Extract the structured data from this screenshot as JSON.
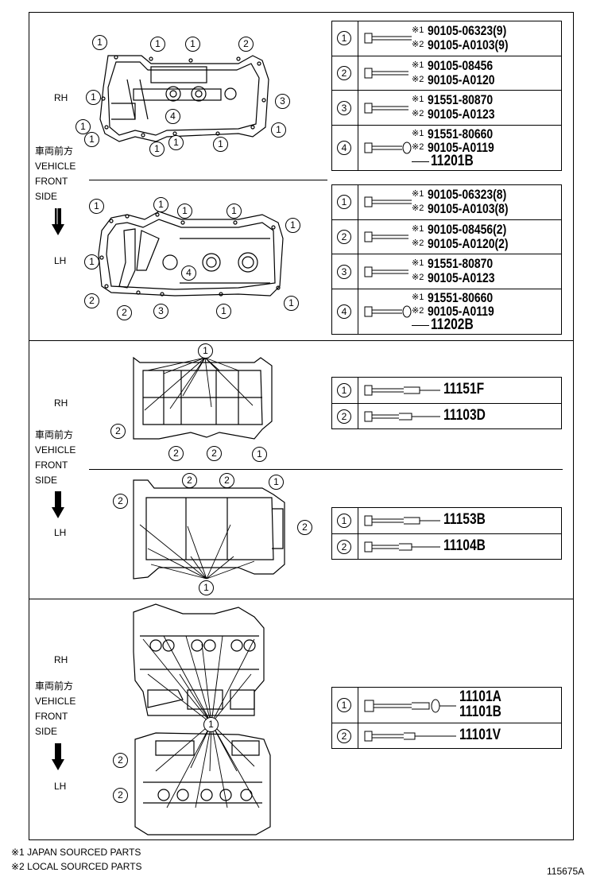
{
  "sections": {
    "s1": {
      "rh": "RH",
      "lh": "LH",
      "front": [
        "車両前方",
        "VEHICLE",
        "FRONT",
        "SIDE"
      ]
    },
    "s2": {
      "rh": "RH",
      "lh": "LH",
      "front": [
        "車両前方",
        "VEHICLE",
        "FRONT",
        "SIDE"
      ]
    },
    "s3": {
      "rh": "RH",
      "lh": "LH",
      "front": [
        "車両前方",
        "VEHICLE",
        "FRONT",
        "SIDE"
      ]
    }
  },
  "tables": {
    "rh_cover": [
      {
        "num": "1",
        "lines": [
          {
            "mark": "※1",
            "pn": "90105-06323(9)"
          },
          {
            "mark": "※2",
            "pn": "90105-A0103(9)"
          }
        ]
      },
      {
        "num": "2",
        "lines": [
          {
            "mark": "※1",
            "pn": "90105-08456"
          },
          {
            "mark": "※2",
            "pn": "90105-A0120"
          }
        ]
      },
      {
        "num": "3",
        "lines": [
          {
            "mark": "※1",
            "pn": "91551-80870"
          },
          {
            "mark": "※2",
            "pn": "90105-A0123"
          }
        ]
      },
      {
        "num": "4",
        "lines": [
          {
            "mark": "※1",
            "pn": "91551-80660"
          },
          {
            "mark": "※2",
            "pn": "90105-A0119"
          }
        ],
        "extra": "11201B"
      }
    ],
    "lh_cover": [
      {
        "num": "1",
        "lines": [
          {
            "mark": "※1",
            "pn": "90105-06323(8)"
          },
          {
            "mark": "※2",
            "pn": "90105-A0103(8)"
          }
        ]
      },
      {
        "num": "2",
        "lines": [
          {
            "mark": "※1",
            "pn": "90105-08456(2)"
          },
          {
            "mark": "※2",
            "pn": "90105-A0120(2)"
          }
        ]
      },
      {
        "num": "3",
        "lines": [
          {
            "mark": "※1",
            "pn": "91551-80870"
          },
          {
            "mark": "※2",
            "pn": "90105-A0123"
          }
        ]
      },
      {
        "num": "4",
        "lines": [
          {
            "mark": "※1",
            "pn": "91551-80660"
          },
          {
            "mark": "※2",
            "pn": "90105-A0119"
          }
        ],
        "extra": "11202B"
      }
    ],
    "rh_housing": [
      {
        "num": "1",
        "pn": "11151F"
      },
      {
        "num": "2",
        "pn": "11103D"
      }
    ],
    "lh_housing": [
      {
        "num": "1",
        "pn": "11153B"
      },
      {
        "num": "2",
        "pn": "11104B"
      }
    ],
    "head": [
      {
        "num": "1",
        "pn": "11101A",
        "pn2": "11101B"
      },
      {
        "num": "2",
        "pn": "11101V"
      }
    ]
  },
  "footnotes": [
    "※1 JAPAN SOURCED PARTS",
    "※2 LOCAL SOURCED PARTS"
  ],
  "doc_id": "115675A",
  "callouts": {
    "one": "1",
    "two": "2",
    "three": "3",
    "four": "4"
  }
}
